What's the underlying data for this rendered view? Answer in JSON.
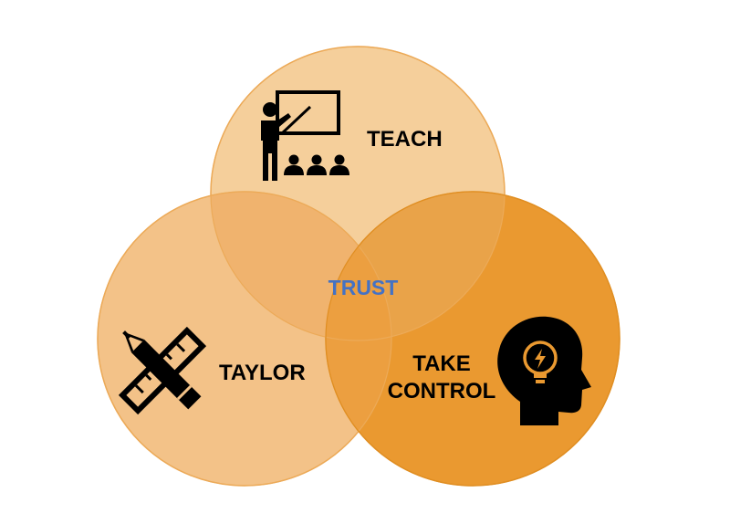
{
  "diagram": {
    "center_label": "TRUST",
    "center_color": "#4472c4",
    "text_color": "#000000",
    "circles": [
      {
        "id": "teach",
        "label_lines": [
          "TEACH"
        ],
        "icon": "teacher-presentation-icon",
        "fill": "#f5cf9b",
        "stroke": "#ecaa58"
      },
      {
        "id": "taylor",
        "label_lines": [
          "TAYLOR"
        ],
        "icon": "pencil-ruler-icon",
        "fill": "#f3c288",
        "stroke": "#ecaa58"
      },
      {
        "id": "take-control",
        "label_lines": [
          "TAKE",
          "CONTROL"
        ],
        "icon": "head-lightbulb-icon",
        "fill": "#ea9930",
        "stroke": "#e08e22"
      }
    ],
    "overlap_colors": {
      "teach_taylor": "#f0b36e",
      "teach_take_control": "#e9a349",
      "taylor_take_control": "#ec9f40"
    }
  }
}
